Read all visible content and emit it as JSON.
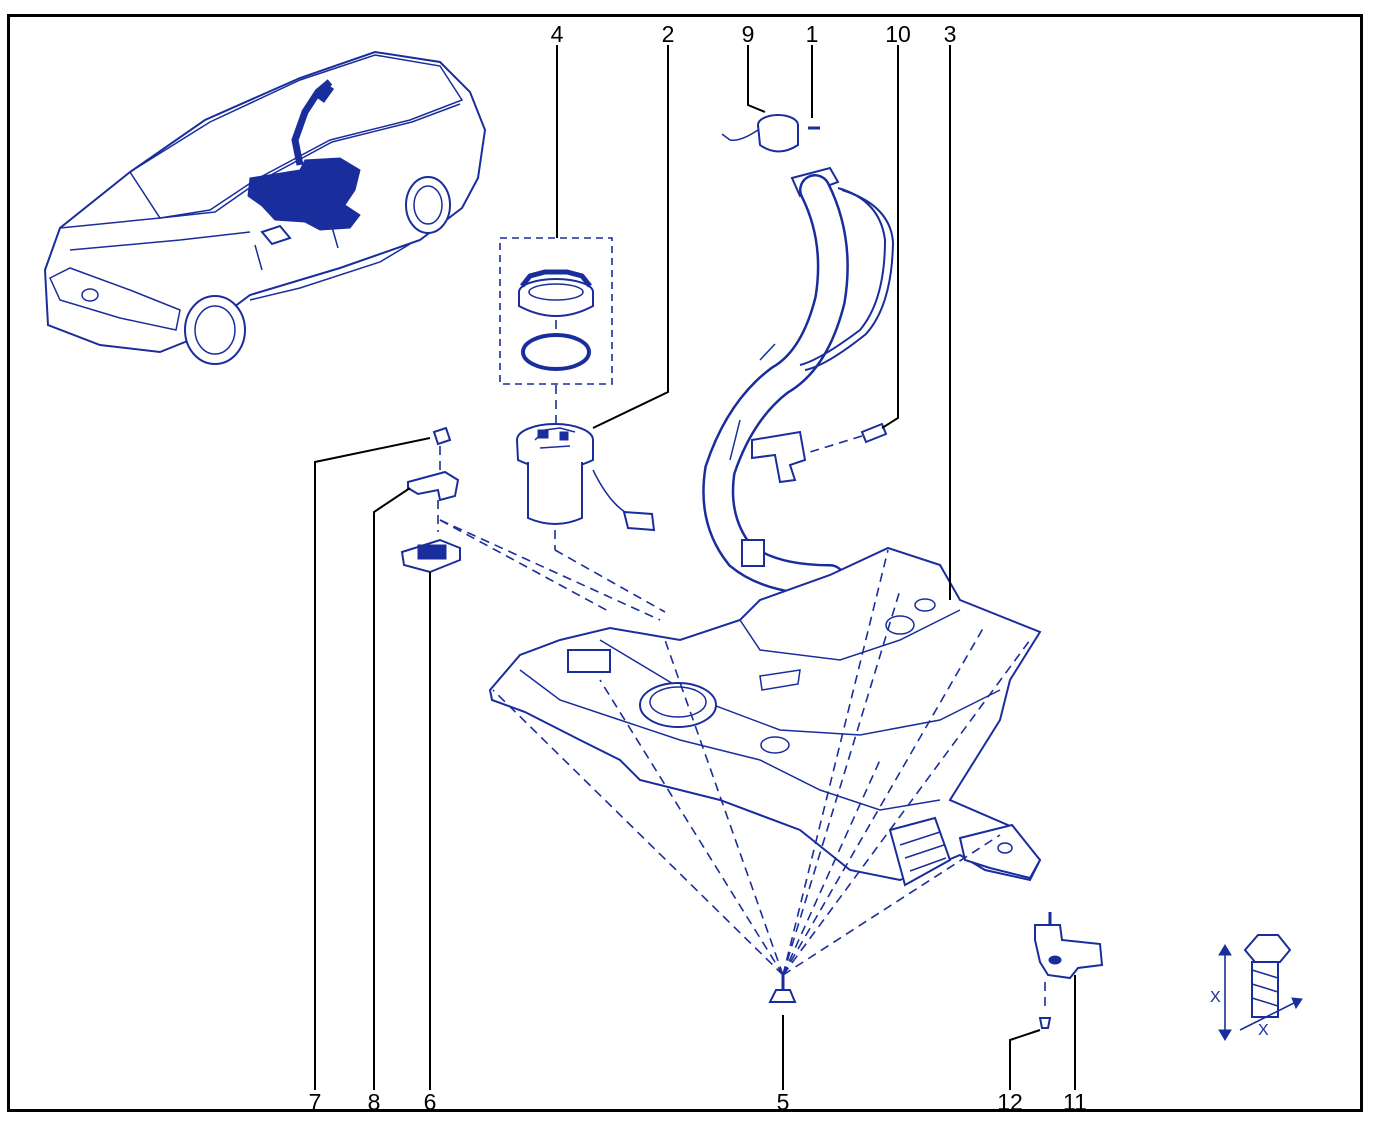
{
  "diagram": {
    "line_color": "#1a2d9c",
    "callouts": [
      {
        "id": "label-4",
        "text": "4"
      },
      {
        "id": "label-2",
        "text": "2"
      },
      {
        "id": "label-9",
        "text": "9"
      },
      {
        "id": "label-1",
        "text": "1"
      },
      {
        "id": "label-10",
        "text": "10"
      },
      {
        "id": "label-3",
        "text": "3"
      },
      {
        "id": "label-7",
        "text": "7"
      },
      {
        "id": "label-8",
        "text": "8"
      },
      {
        "id": "label-6",
        "text": "6"
      },
      {
        "id": "label-5",
        "text": "5"
      },
      {
        "id": "label-12",
        "text": "12"
      },
      {
        "id": "label-11",
        "text": "11"
      }
    ],
    "bolt_dimension_label": "X"
  }
}
